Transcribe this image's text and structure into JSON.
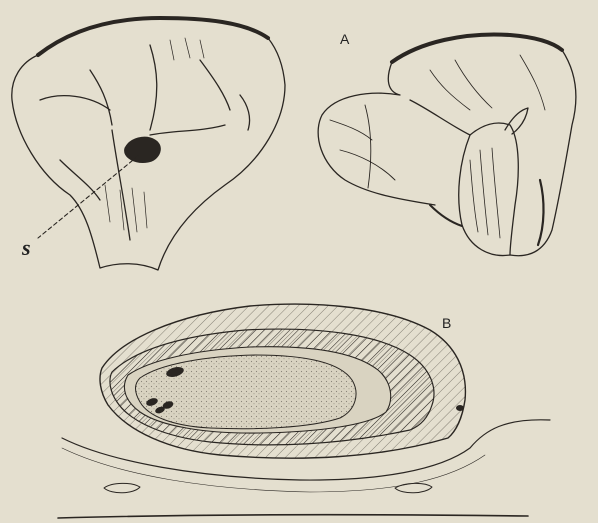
{
  "labels": {
    "panel_a": "A",
    "panel_b": "B",
    "marker_s": "s"
  },
  "colors": {
    "background": "#e4dfcf",
    "ink": "#2a2622",
    "stipple": "#8a8478"
  }
}
